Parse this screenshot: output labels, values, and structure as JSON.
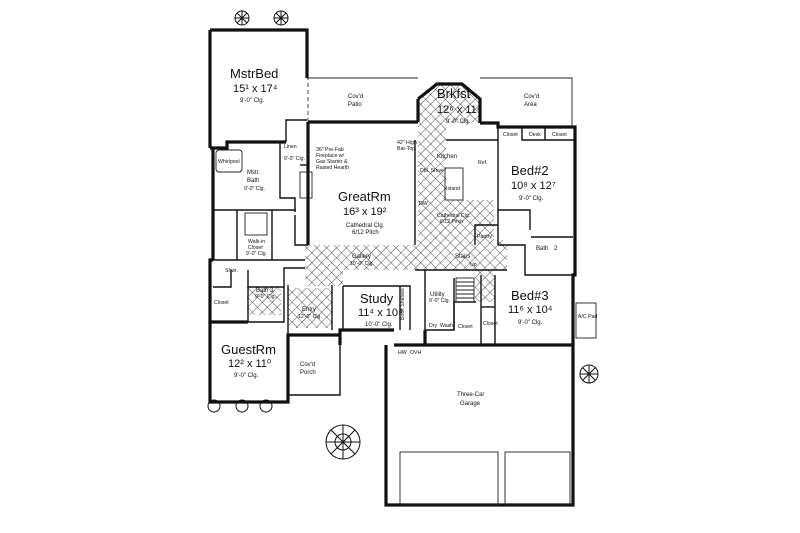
{
  "rooms": {
    "master_bed": {
      "name": "MstrBed",
      "dim": "15¹ x 17⁴",
      "clg": "9'-0\" Clg."
    },
    "covd_patio": {
      "name": "Cov'd",
      "name2": "Patio"
    },
    "brkfst": {
      "name": "Brkfst",
      "dim": "12⁶ x 11⁴",
      "clg": "9'-0\" Clg."
    },
    "covd_area": {
      "name": "Cov'd",
      "name2": "Area"
    },
    "great_rm": {
      "name": "GreatRm",
      "dim": "16³ x 19²",
      "clg1": "Cathedral Clg.",
      "clg2": "6/12 Pitch"
    },
    "bed2": {
      "name": "Bed#2",
      "dim": "10⁸ x 12⁷",
      "clg": "9'-0\" Clg."
    },
    "bed3": {
      "name": "Bed#3",
      "dim": "11⁶ x 10⁴",
      "clg": "9'-0\" Clg."
    },
    "study": {
      "name": "Study",
      "dim": "11⁴ x 10⁴",
      "clg": "10'-0\" Clg."
    },
    "guest_rm": {
      "name": "GuestRm",
      "dim": "12² x 11⁰",
      "clg": "9'-0\" Clg."
    },
    "covd_porch": {
      "name": "Cov'd",
      "name2": "Porch"
    },
    "garage": {
      "name": "Three-Car",
      "name2": "Garage"
    },
    "mstr_bath": {
      "name": "Mstr.",
      "name2": "Bath",
      "clg": "9'-0\" Clg."
    },
    "walkin": {
      "name": "Walk-in",
      "name2": "Closet",
      "clg": "9'-0\" Clg."
    },
    "bath3": {
      "name": "Bath 3",
      "clg": "9'-0\" Clg."
    },
    "entry": {
      "name": "Entry",
      "clg": "12'-0\" Clg."
    },
    "gallery": {
      "name": "Gallery",
      "clg": "10'-0\" Clg."
    },
    "stairs": {
      "name": "Stairs",
      "sub": "Up"
    },
    "utility": {
      "name": "Utility",
      "clg": "9'-0\" Clg."
    },
    "kitchen": {
      "name": "Kitchen"
    },
    "bath2": {
      "name": "Bath",
      "name2": "2"
    }
  },
  "notes": {
    "fireplace1": "36\" Pre-Fab",
    "fireplace2": "Fireplace w/",
    "fireplace3": "Gas Starter &",
    "fireplace4": "Raised Hearth",
    "bartop1": "42\" High",
    "bartop2": "Bar-Top",
    "cathedral1": "Cathedral Clg.",
    "cathedral2": "6/12 Pitch",
    "room_clg": "9'-0\" Clg.",
    "whirlpool": "Whirlpool",
    "shwr": "Shwr.",
    "linen": "Linen",
    "closet": "Closet",
    "desk": "Desk",
    "pantry": "Pantry",
    "island": "Island",
    "dbl_stove": "Dbl. Stove",
    "ref": "Ref.",
    "dw": "DW",
    "dry": "Dry",
    "wash": "Wash",
    "hw": "HW",
    "ovh": "OVH",
    "book_shelves": "Book Shelves",
    "ac_pad": "A/C Pad"
  }
}
